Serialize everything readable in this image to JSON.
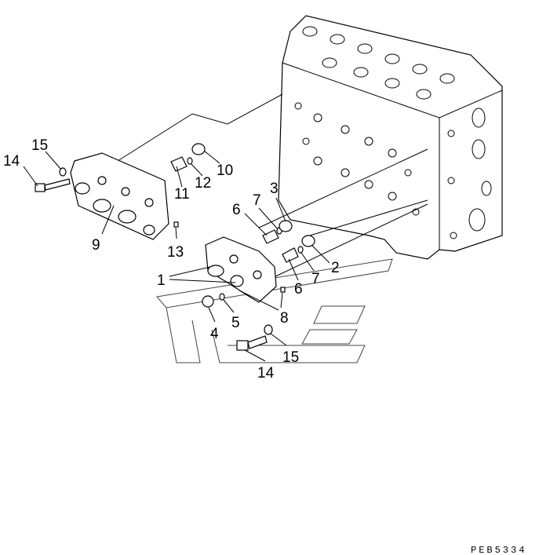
{
  "diagram": {
    "callouts": [
      {
        "id": "14a",
        "label": "14"
      },
      {
        "id": "15a",
        "label": "15"
      },
      {
        "id": "9",
        "label": "9"
      },
      {
        "id": "11",
        "label": "11"
      },
      {
        "id": "12",
        "label": "12"
      },
      {
        "id": "10",
        "label": "10"
      },
      {
        "id": "13",
        "label": "13"
      },
      {
        "id": "6a",
        "label": "6"
      },
      {
        "id": "7a",
        "label": "7"
      },
      {
        "id": "3",
        "label": "3"
      },
      {
        "id": "1",
        "label": "1"
      },
      {
        "id": "2",
        "label": "2"
      },
      {
        "id": "7b",
        "label": "7"
      },
      {
        "id": "6b",
        "label": "6"
      },
      {
        "id": "4",
        "label": "4"
      },
      {
        "id": "5",
        "label": "5"
      },
      {
        "id": "8",
        "label": "8"
      },
      {
        "id": "15b",
        "label": "15"
      },
      {
        "id": "14b",
        "label": "14"
      }
    ],
    "drawing_code": "PEB5334"
  }
}
